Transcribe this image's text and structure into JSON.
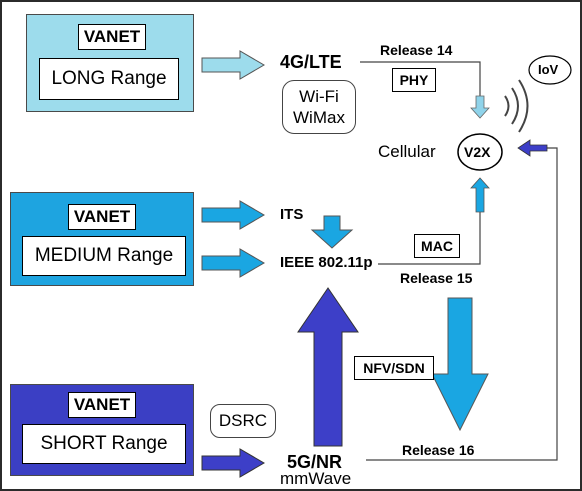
{
  "long": {
    "vanet": "VANET",
    "range": "LONG Range"
  },
  "medium": {
    "vanet": "VANET",
    "range": "MEDIUM Range"
  },
  "short": {
    "vanet": "VANET",
    "range": "SHORT Range"
  },
  "tech": {
    "lte": "4G/LTE",
    "wifi": "Wi-Fi",
    "wimax": "WiMax",
    "its": "ITS",
    "ieee": "IEEE 802.11p",
    "dsrc": "DSRC",
    "nr": "5G/NR",
    "mmwave": "mmWave"
  },
  "releases": {
    "r14": "Release 14",
    "r15": "Release 15",
    "r16": "Release 16"
  },
  "layers": {
    "phy": "PHY",
    "mac": "MAC",
    "nfv": "NFV/SDN"
  },
  "cellular": "Cellular",
  "v2x": "V2X",
  "iov": "IoV",
  "colors": {
    "long": "#9ddcec",
    "medium": "#1ea4e0",
    "short": "#3b3fc4",
    "arrow_light": "#8fd3ea",
    "arrow_medium": "#1aa6e2",
    "arrow_dark": "#3d3fc8"
  }
}
